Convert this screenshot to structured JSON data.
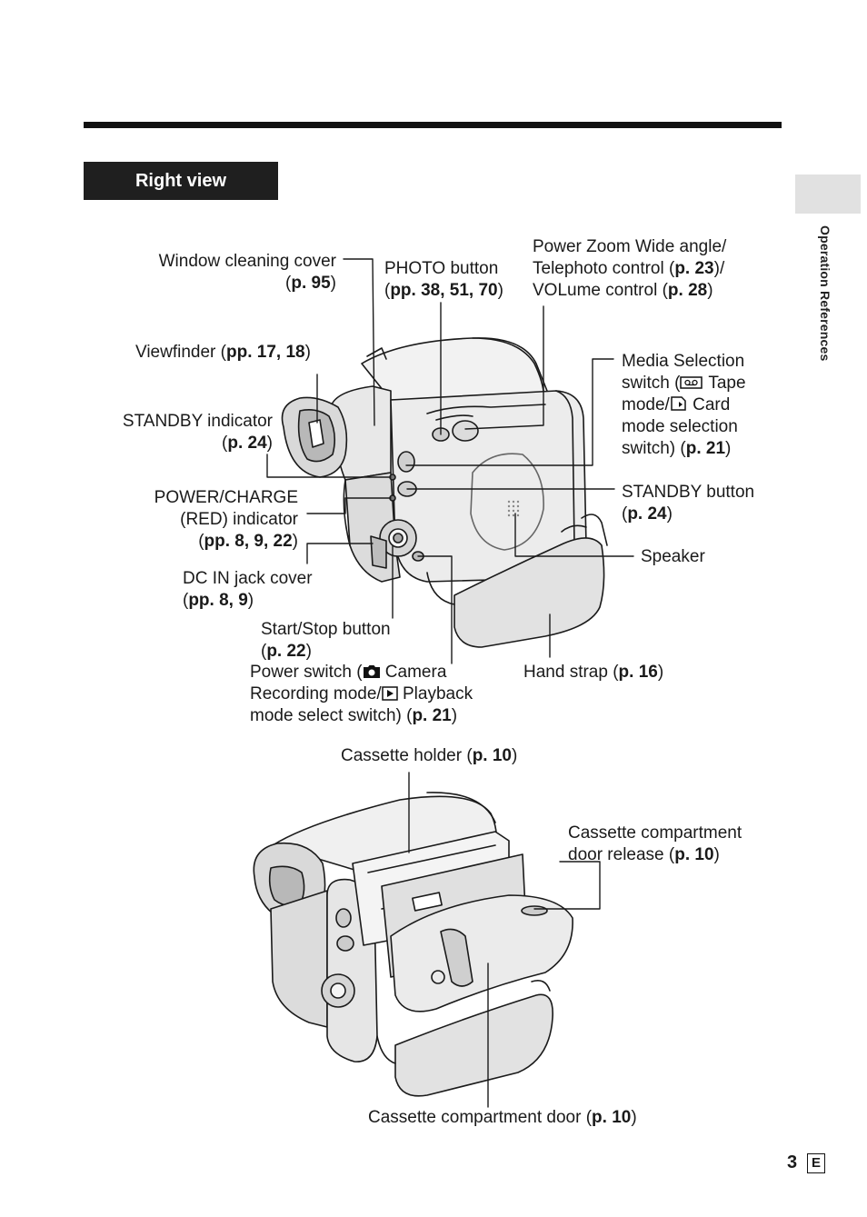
{
  "header": {
    "section_title": "Right view",
    "side_tab_label": "Operation References"
  },
  "labels": {
    "window_cleaning_cover": {
      "text": "Window cleaning cover",
      "ref_open": "(",
      "ref": "p. 95",
      "ref_close": ")"
    },
    "photo_button": {
      "text": "PHOTO button",
      "ref_open": "(",
      "ref": "pp. 38, 51, 70",
      "ref_close": ")"
    },
    "power_zoom": {
      "line1": "Power Zoom Wide angle/",
      "line2_pre": "Telephoto control (",
      "line2_ref": "p. 23",
      "line2_post": ")/",
      "line3_pre": "VOLume control (",
      "line3_ref": "p. 28",
      "line3_post": ")"
    },
    "viewfinder": {
      "text": "Viewfinder (",
      "ref": "pp. 17, 18",
      "ref_close": ")"
    },
    "media_selection": {
      "line1": "Media Selection",
      "line2_pre": "switch (",
      "line2_post": " Tape",
      "line3_pre": "mode/",
      "line3_post": " Card",
      "line4": "mode selection",
      "line5_pre": "switch) (",
      "line5_ref": "p. 21",
      "line5_post": ")"
    },
    "standby_indicator": {
      "text": "STANDBY indicator",
      "ref_open": "(",
      "ref": "p. 24",
      "ref_close": ")"
    },
    "power_charge": {
      "line1": "POWER/CHARGE",
      "line2": "(RED) indicator",
      "ref_open": "(",
      "ref": "pp. 8, 9, 22",
      "ref_close": ")"
    },
    "standby_button": {
      "text": "STANDBY button",
      "ref_open": "(",
      "ref": "p. 24",
      "ref_close": ")"
    },
    "speaker": {
      "text": "Speaker"
    },
    "dc_in": {
      "text": "DC IN jack cover",
      "ref_open": "(",
      "ref": "pp. 8, 9",
      "ref_close": ")"
    },
    "start_stop": {
      "text": "Start/Stop button",
      "ref_open": "(",
      "ref": "p. 22",
      "ref_close": ")"
    },
    "power_switch": {
      "line1_pre": "Power switch (",
      "line1_post": " Camera",
      "line2_pre": "Recording mode/",
      "line2_post": " Playback",
      "line3_pre": "mode select switch)  (",
      "line3_ref": "p. 21",
      "line3_post": ")"
    },
    "hand_strap": {
      "text": "Hand strap (",
      "ref": "p. 16",
      "ref_close": ")"
    },
    "cassette_holder": {
      "text": "Cassette holder (",
      "ref": "p. 10",
      "ref_close": ")"
    },
    "door_release": {
      "line1": "Cassette compartment",
      "line2_pre": "door release (",
      "line2_ref": "p. 10",
      "line2_post": ")"
    },
    "compartment_door": {
      "text": "Cassette compartment door (",
      "ref": "p. 10",
      "ref_close": ")"
    }
  },
  "footer": {
    "page_number": "3",
    "language_mark": "E"
  }
}
